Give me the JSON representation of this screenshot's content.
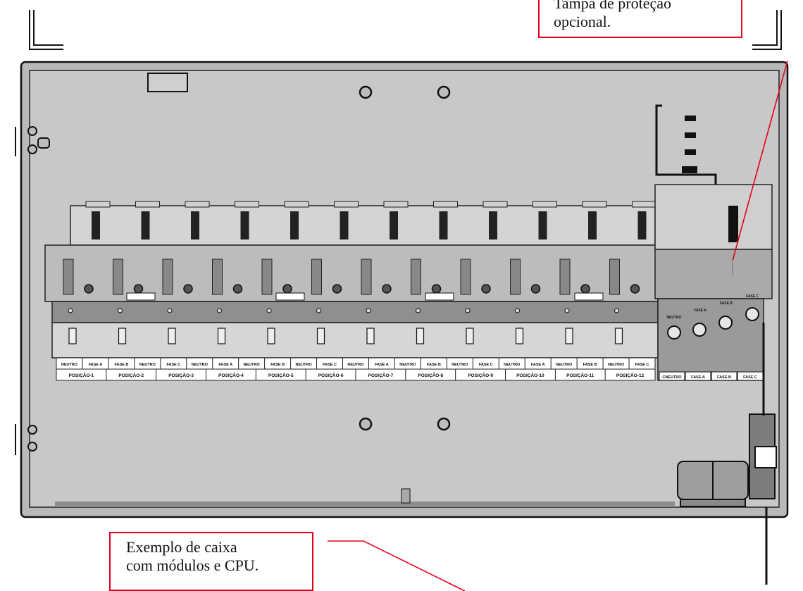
{
  "callouts": {
    "top": {
      "line1": "Tampa de proteção",
      "line2": "opcional."
    },
    "bottom": {
      "line1": "Exemplo de caixa",
      "line2": "com módulos e CPU."
    }
  },
  "terminal_labels": [
    "NEUTRO",
    "FASE A",
    "FASE B",
    "NEUTRO",
    "FASE C",
    "NEUTRO",
    "FASE A",
    "NEUTRO",
    "FASE B",
    "NEUTRO",
    "FASE C",
    "NEUTRO",
    "FASE A",
    "NEUTRO",
    "FASE B",
    "NEUTRO",
    "FASE C",
    "NEUTRO",
    "FASE A",
    "NEUTRO",
    "FASE B",
    "NEUTRO",
    "FASE C"
  ],
  "position_labels": [
    "POSIÇÃO-1",
    "POSIÇÃO-2",
    "POSIÇÃO-3",
    "POSIÇÃO-4",
    "POSIÇÃO-5",
    "POSIÇÃO-6",
    "POSIÇÃO-7",
    "POSIÇÃO-8",
    "POSIÇÃO-9",
    "POSIÇÃO-10",
    "POSIÇÃO-11",
    "POSIÇÃO-12"
  ],
  "cpu_bottom_labels": [
    "CNEUTRO",
    "FASE A",
    "FASE B",
    "FASE C"
  ],
  "cpu_top_labels": [
    "NEUTRO",
    "FASE A",
    "FASE B",
    "FASE C"
  ],
  "colors": {
    "callout_border": "#e3001b",
    "leader_line": "#e3001b",
    "enclosure_fill": "#c6c6c6",
    "outline": "#1a1a1a"
  }
}
